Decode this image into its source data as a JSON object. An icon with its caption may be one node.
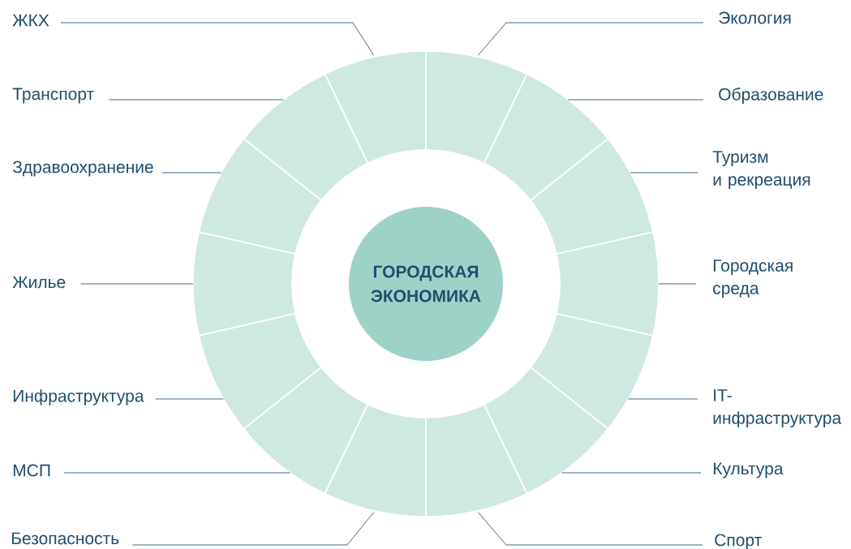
{
  "diagram": {
    "nodes": [
      {
        "text": [
          "ГОРОДСКАЯ ЭКОНОМИКА"
        ]
      },
      {
        "text": [
          "ЖКХ"
        ]
      },
      {
        "text": [
          "Транспорт"
        ]
      },
      {
        "text": [
          "Здравоохранение"
        ]
      },
      {
        "text": [
          "Жилье"
        ]
      },
      {
        "text": [
          "Инфраструктура"
        ]
      },
      {
        "text": [
          "МСП"
        ]
      },
      {
        "text": [
          "Безопасность"
        ]
      },
      {
        "text": [
          "Экология"
        ]
      },
      {
        "text": [
          "Образование"
        ]
      },
      {
        "text": [
          "Туризм и рекреация"
        ]
      },
      {
        "text": [
          "Городская среда"
        ]
      },
      {
        "text": [
          "IT-инфраструктура"
        ]
      },
      {
        "text": [
          "Культура"
        ]
      },
      {
        "text": [
          "Спорт"
        ]
      },
      {
        "text": [],
        "shape": "sector"
      },
      {
        "text": [],
        "shape": "sector"
      },
      {
        "text": [],
        "shape": "sector"
      },
      {
        "text": [],
        "shape": "sector"
      },
      {
        "text": [],
        "shape": "sector"
      },
      {
        "text": [],
        "shape": "sector"
      },
      {
        "text": [],
        "shape": "sector"
      },
      {
        "text": [],
        "shape": "sector"
      },
      {
        "text": [],
        "shape": "sector"
      },
      {
        "text": [],
        "shape": "sector"
      },
      {
        "text": [],
        "shape": "sector"
      },
      {
        "text": [],
        "shape": "sector"
      },
      {
        "text": [],
        "shape": "sector"
      },
      {
        "text": [],
        "shape": "sector"
      }
    ],
    "edges": [
      {
        "from": 1,
        "to": 15,
        "arrow": "none"
      },
      {
        "from": 2,
        "to": 16,
        "arrow": "none"
      },
      {
        "from": 3,
        "to": 17,
        "arrow": "none"
      },
      {
        "from": 4,
        "to": 18,
        "arrow": "none"
      },
      {
        "from": 5,
        "to": 19,
        "arrow": "none"
      },
      {
        "from": 6,
        "to": 20,
        "arrow": "none"
      },
      {
        "from": 7,
        "to": 21,
        "arrow": "none"
      },
      {
        "from": 8,
        "to": 22,
        "arrow": "none"
      },
      {
        "from": 9,
        "to": 23,
        "arrow": "none"
      },
      {
        "from": 10,
        "to": 24,
        "arrow": "none"
      },
      {
        "from": 11,
        "to": 25,
        "arrow": "none"
      },
      {
        "from": 12,
        "to": 26,
        "arrow": "none"
      },
      {
        "from": 13,
        "to": 27,
        "arrow": "none"
      },
      {
        "from": 14,
        "to": 28,
        "arrow": "none"
      }
    ]
  }
}
